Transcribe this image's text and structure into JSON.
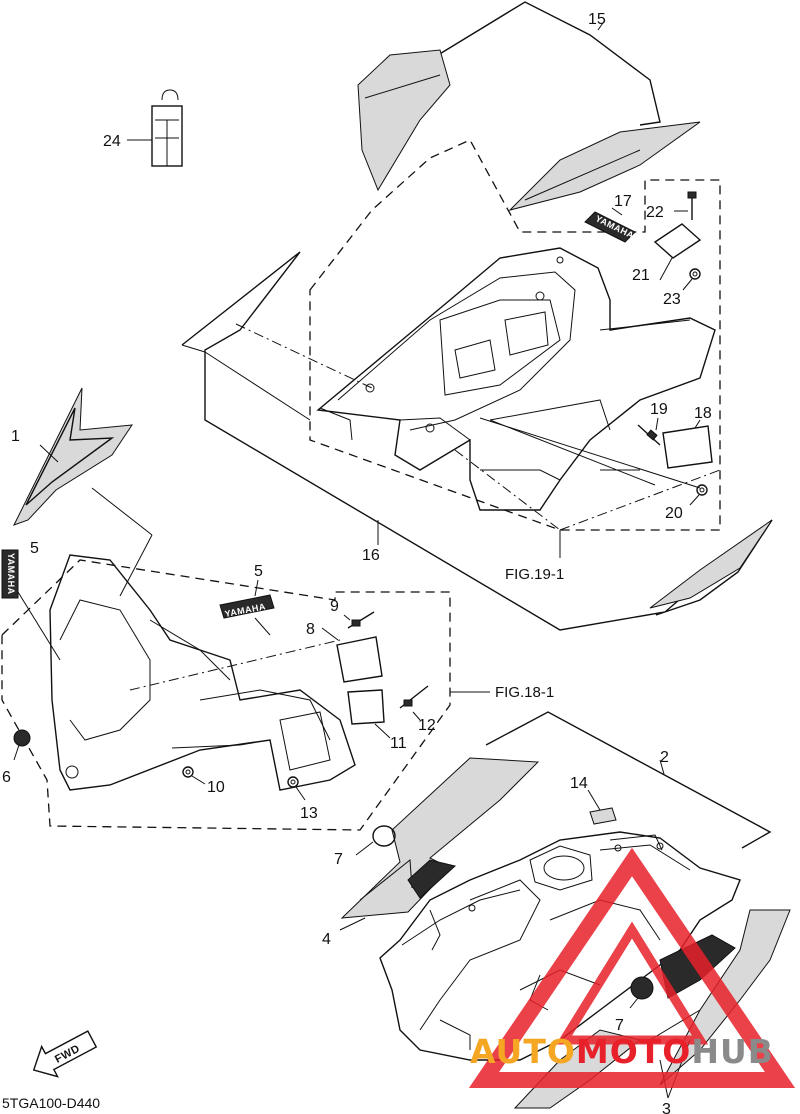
{
  "diagram_code": "5TGA100-D440",
  "fwd_label": "FWD",
  "fig_refs": {
    "fig19": "FIG.19-1",
    "fig18": "FIG.18-1"
  },
  "callouts": {
    "c1": "1",
    "c2": "2",
    "c3": "3",
    "c4": "4",
    "c5a": "5",
    "c5b": "5",
    "c6": "6",
    "c7a": "7",
    "c7b": "7",
    "c8": "8",
    "c9": "9",
    "c10": "10",
    "c11": "11",
    "c12": "12",
    "c13": "13",
    "c14": "14",
    "c15": "15",
    "c16": "16",
    "c17": "17",
    "c18": "18",
    "c19": "19",
    "c20": "20",
    "c21": "21",
    "c22": "22",
    "c23": "23",
    "c24": "24"
  },
  "decal_text": {
    "front": "YAMAHA",
    "side": "YAMAHA",
    "rear": "YAMAHA"
  },
  "watermark": {
    "part1": "AUTO",
    "part2": "MOTO",
    "part3": "HUB",
    "color_orange": "#f5a623",
    "color_red": "#e8202a",
    "color_grey": "#8a8a8a"
  }
}
